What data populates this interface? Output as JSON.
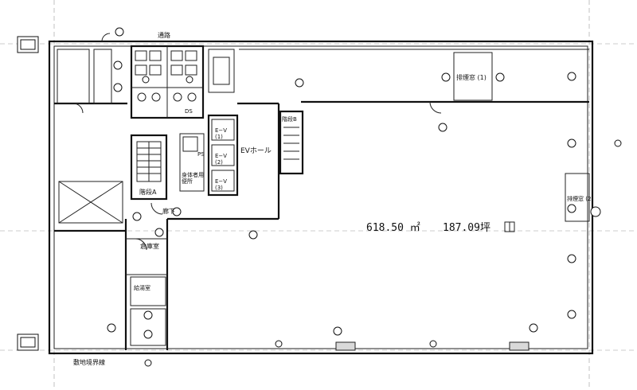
{
  "labels": {
    "corridor_top": "通路",
    "ev_hall": "EVホール",
    "elevator_1": "E−V\n(1)",
    "elevator_2": "E−V\n(2)",
    "elevator_3": "E−V\n(3)",
    "stair_a": "階段A",
    "stair_b": "階段B",
    "hallway": "廊下",
    "storage": "倉庫室",
    "accessible_wc": "身体者用\n便所",
    "hot_water_room": "給湯室",
    "smoke_vent_1": "排煙窓 (1)",
    "smoke_vent_2": "排煙窓 (2)",
    "site_boundary": "敷地境界線",
    "ps": "PS",
    "ds": "DS"
  },
  "area": {
    "sqm": "618.50 ㎡",
    "tsubo": "187.09坪"
  }
}
